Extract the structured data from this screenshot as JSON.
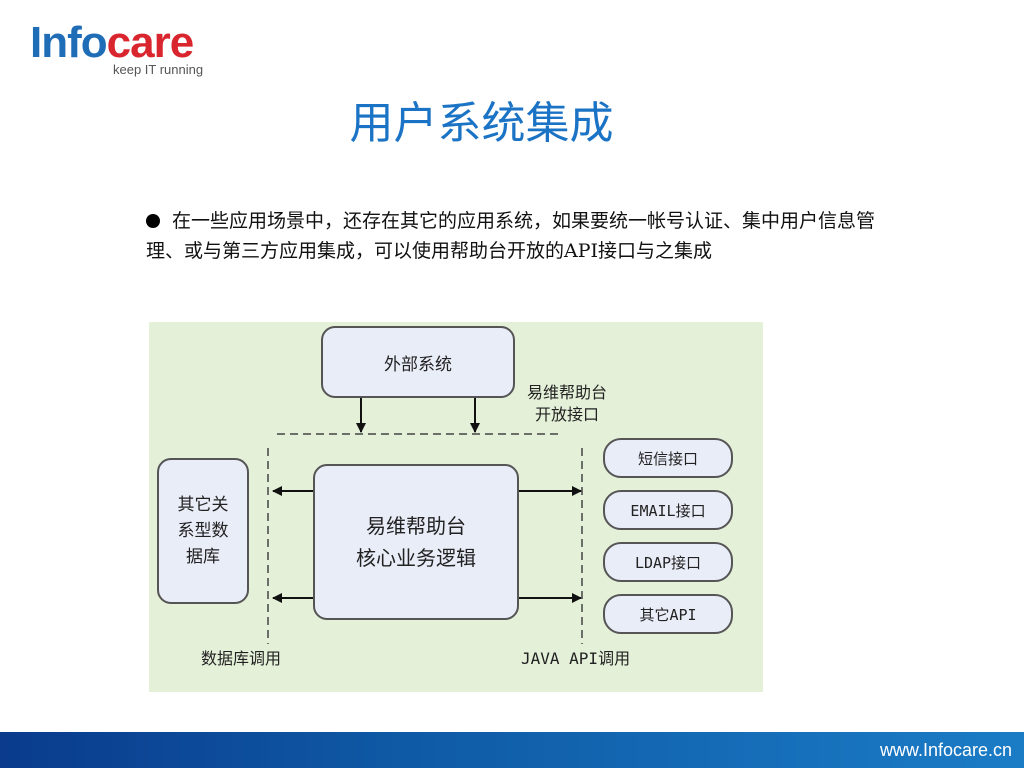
{
  "logo": {
    "info": "Info",
    "care": "care",
    "tagline": "keep IT running"
  },
  "title": "用户系统集成",
  "bullet": {
    "text": "在一些应用场景中，还存在其它的应用系统，如果要统一帐号认证、集中用户信息管理、或与第三方应用集成，可以使用帮助台开放的API接口与之集成"
  },
  "diagram": {
    "external_system": "外部系统",
    "open_interface_line1": "易维帮助台",
    "open_interface_line2": "开放接口",
    "core_line1": "易维帮助台",
    "core_line2": "核心业务逻辑",
    "other_db_line1": "其它关",
    "other_db_line2": "系型数",
    "other_db_line3": "据库",
    "db_call_label": "数据库调用",
    "java_api_label": "JAVA API调用",
    "interfaces": [
      "短信接口",
      "EMAIL接口",
      "LDAP接口",
      "其它API"
    ]
  },
  "footer": {
    "url": "www.Infocare.cn"
  },
  "colors": {
    "title": "#1a73c4",
    "logo_blue": "#1f6db6",
    "logo_red": "#d9262e",
    "diagram_bg": "#e4f0d8",
    "box_fill": "#e9edf8",
    "footer": "#0f5aa6"
  }
}
